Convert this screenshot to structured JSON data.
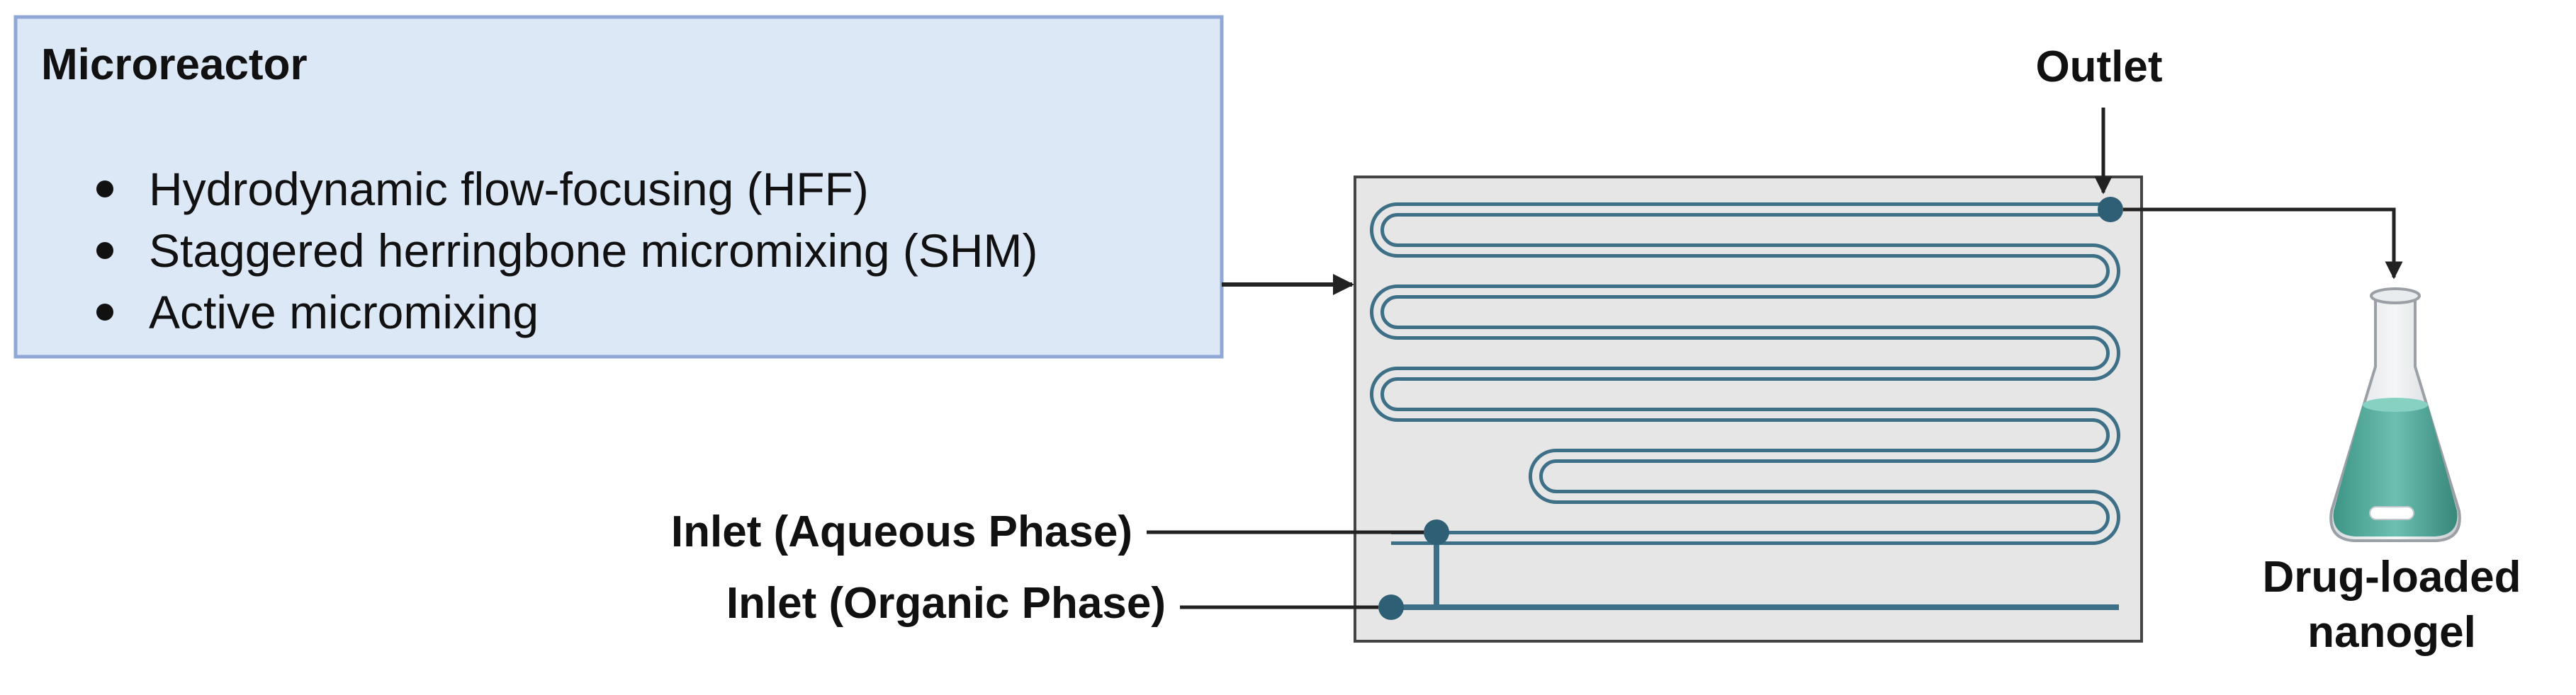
{
  "microreactor_box": {
    "title": "Microreactor",
    "methods": [
      "Hydrodynamic flow-focusing (HFF)",
      "Staggered herringbone micromixing (SHM)",
      "Active micromixing"
    ]
  },
  "labels": {
    "outlet": "Outlet",
    "inlet_aqueous": "Inlet (Aqueous Phase)",
    "inlet_organic": "Inlet (Organic Phase)",
    "product_line1": "Drug-loaded",
    "product_line2": "nanogel"
  },
  "colors": {
    "box_fill": "#dde8f7",
    "box_border": "#8fa8d6",
    "chip_fill": "#e6e6e6",
    "channel": "#3d6f86",
    "port": "#2e5f74",
    "liquid": "#4fa79a"
  },
  "icons": [
    "flask-icon",
    "stir-bar-icon"
  ]
}
